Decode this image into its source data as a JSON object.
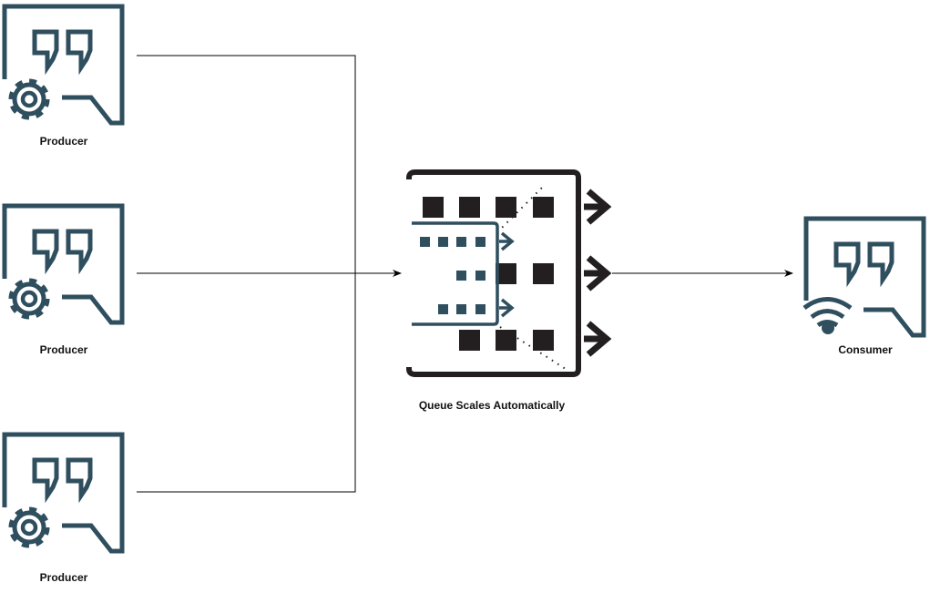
{
  "diagram": {
    "producers": [
      {
        "label": "Producer",
        "icon": "message-gear-icon"
      },
      {
        "label": "Producer",
        "icon": "message-gear-icon"
      },
      {
        "label": "Producer",
        "icon": "message-gear-icon"
      }
    ],
    "queue": {
      "label": "Queue Scales Automatically",
      "icon": "auto-scaling-queue-icon"
    },
    "consumer": {
      "label": "Consumer",
      "icon": "message-wifi-icon"
    },
    "edges": [
      {
        "from": "producer-1",
        "to": "queue"
      },
      {
        "from": "producer-2",
        "to": "queue"
      },
      {
        "from": "producer-3",
        "to": "queue"
      },
      {
        "from": "queue",
        "to": "consumer"
      }
    ]
  },
  "colors": {
    "icon_teal": "#2f4f5f",
    "queue_dark": "#231f20",
    "line": "#000000",
    "background": "#ffffff"
  }
}
